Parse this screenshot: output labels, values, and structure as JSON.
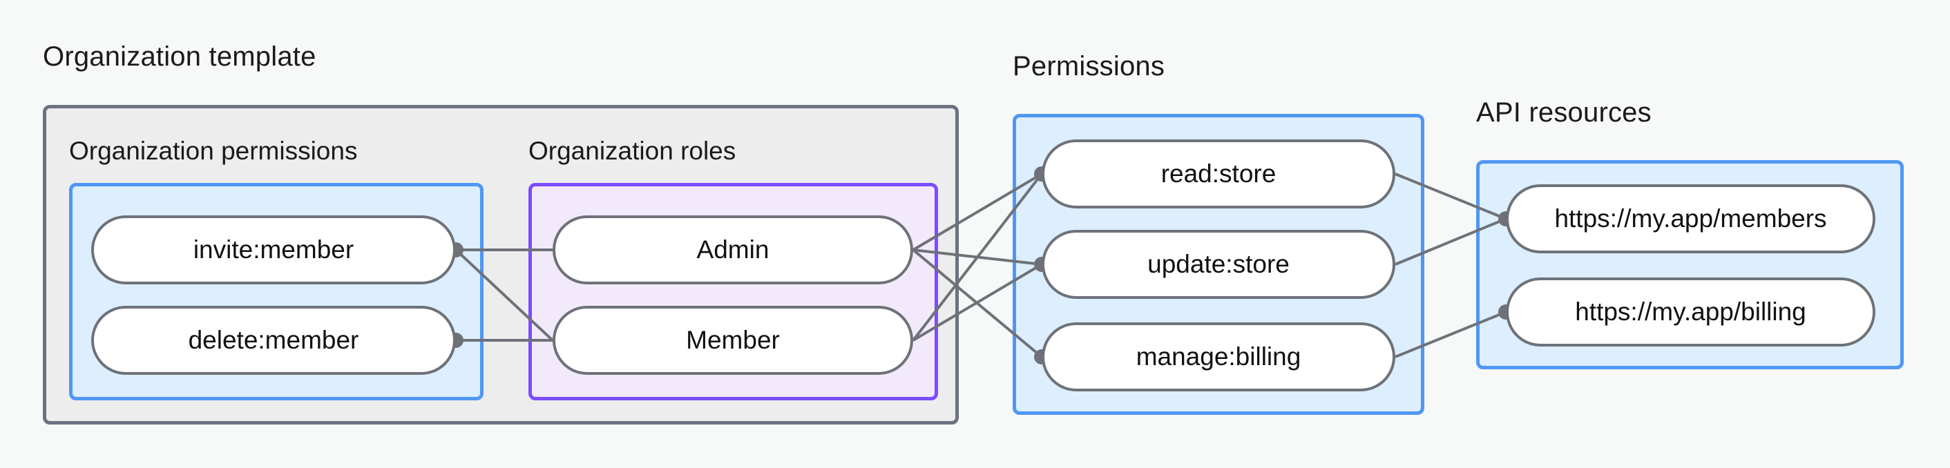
{
  "diagram": {
    "title_organization_template": "Organization template",
    "title_permissions": "Permissions",
    "title_api_resources": "API resources",
    "subtitle_organization_permissions": "Organization permissions",
    "subtitle_organization_roles": "Organization roles",
    "colors": {
      "page_background": "#f7f8f8",
      "outer_container_fill": "#ededed",
      "outer_container_border": "#6b7280",
      "blue_container_fill": "#ddeeff",
      "blue_container_border": "#4f97f3",
      "purple_container_fill": "#f2e9fb",
      "purple_container_border": "#7c4dff",
      "node_fill": "#ffffff",
      "node_border": "#6e7278",
      "edge_stroke": "#6e7278",
      "text": "#111111"
    },
    "groups": [
      {
        "id": "organization-template",
        "label": "Organization template",
        "subgroups": [
          {
            "id": "organization-permissions",
            "label": "Organization permissions",
            "nodes": [
              {
                "id": "invite-member",
                "label": "invite:member"
              },
              {
                "id": "delete-member",
                "label": "delete:member"
              }
            ]
          },
          {
            "id": "organization-roles",
            "label": "Organization roles",
            "nodes": [
              {
                "id": "admin",
                "label": "Admin"
              },
              {
                "id": "member",
                "label": "Member"
              }
            ]
          }
        ]
      },
      {
        "id": "permissions",
        "label": "Permissions",
        "nodes": [
          {
            "id": "read-store",
            "label": "read:store"
          },
          {
            "id": "update-store",
            "label": "update:store"
          },
          {
            "id": "manage-billing",
            "label": "manage:billing"
          }
        ]
      },
      {
        "id": "api-resources",
        "label": "API resources",
        "nodes": [
          {
            "id": "members-resource",
            "label": "https://my.app/members"
          },
          {
            "id": "billing-resource",
            "label": "https://my.app/billing"
          }
        ]
      }
    ],
    "edges": [
      {
        "from": "invite-member",
        "to": "admin"
      },
      {
        "from": "invite-member",
        "to": "member"
      },
      {
        "from": "delete-member",
        "to": "member"
      },
      {
        "from": "admin",
        "to": "read-store"
      },
      {
        "from": "admin",
        "to": "update-store"
      },
      {
        "from": "admin",
        "to": "manage-billing"
      },
      {
        "from": "member",
        "to": "read-store"
      },
      {
        "from": "member",
        "to": "update-store"
      },
      {
        "from": "read-store",
        "to": "members-resource"
      },
      {
        "from": "update-store",
        "to": "members-resource"
      },
      {
        "from": "manage-billing",
        "to": "billing-resource"
      }
    ]
  }
}
